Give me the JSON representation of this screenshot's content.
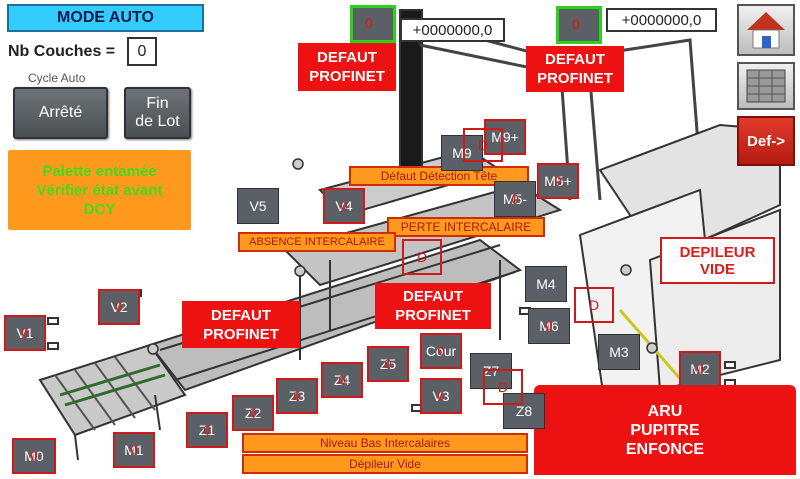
{
  "header": {
    "mode": "MODE AUTO"
  },
  "layers": {
    "label": "Nb Couches =",
    "value": "0"
  },
  "cycle": {
    "label": "Cycle Auto",
    "stop": "Arrêté",
    "end_of_lot": "Fin\nde Lot"
  },
  "warning": "Palette entamée\nVérifier état avant\nDCY",
  "counters": {
    "left": "+0000000,0",
    "right": "+0000000,0"
  },
  "nav": {
    "def": "Def->"
  },
  "faults": {
    "profinet": "DEFAUT\nPROFINET",
    "head_detection": "Défaut Détection Tête",
    "interleaf_loss": "PERTE INTERCALAIRE",
    "interleaf_absence": "ABSENCE INTERCALAIRE",
    "depiler_empty": "DEPILEUR\nVIDE",
    "low_interleaf": "Niveau Bas Intercalaires",
    "depiler_empty_bar": "Dépileur Vide",
    "emergency": "ARU\nPUPITRE\nENFONCE"
  },
  "overlay_char": "0",
  "marker": "D",
  "zones": {
    "V1": "V1",
    "V2": "V2",
    "V4": "V4",
    "V5": "V5",
    "V3": "V3",
    "M0": "M0",
    "M1": "M1",
    "M2": "M2",
    "M3": "M3",
    "M4": "M4",
    "M5m": "M5-",
    "M5p": "M5+",
    "M6": "M6",
    "M9": "M9",
    "M9p": "M9+",
    "Z1": "Z1",
    "Z2": "Z2",
    "Z3": "Z3",
    "Z4": "Z4",
    "Z5": "Z5",
    "Z7": "Z7",
    "Z8": "Z8",
    "Cour": "Cour"
  }
}
